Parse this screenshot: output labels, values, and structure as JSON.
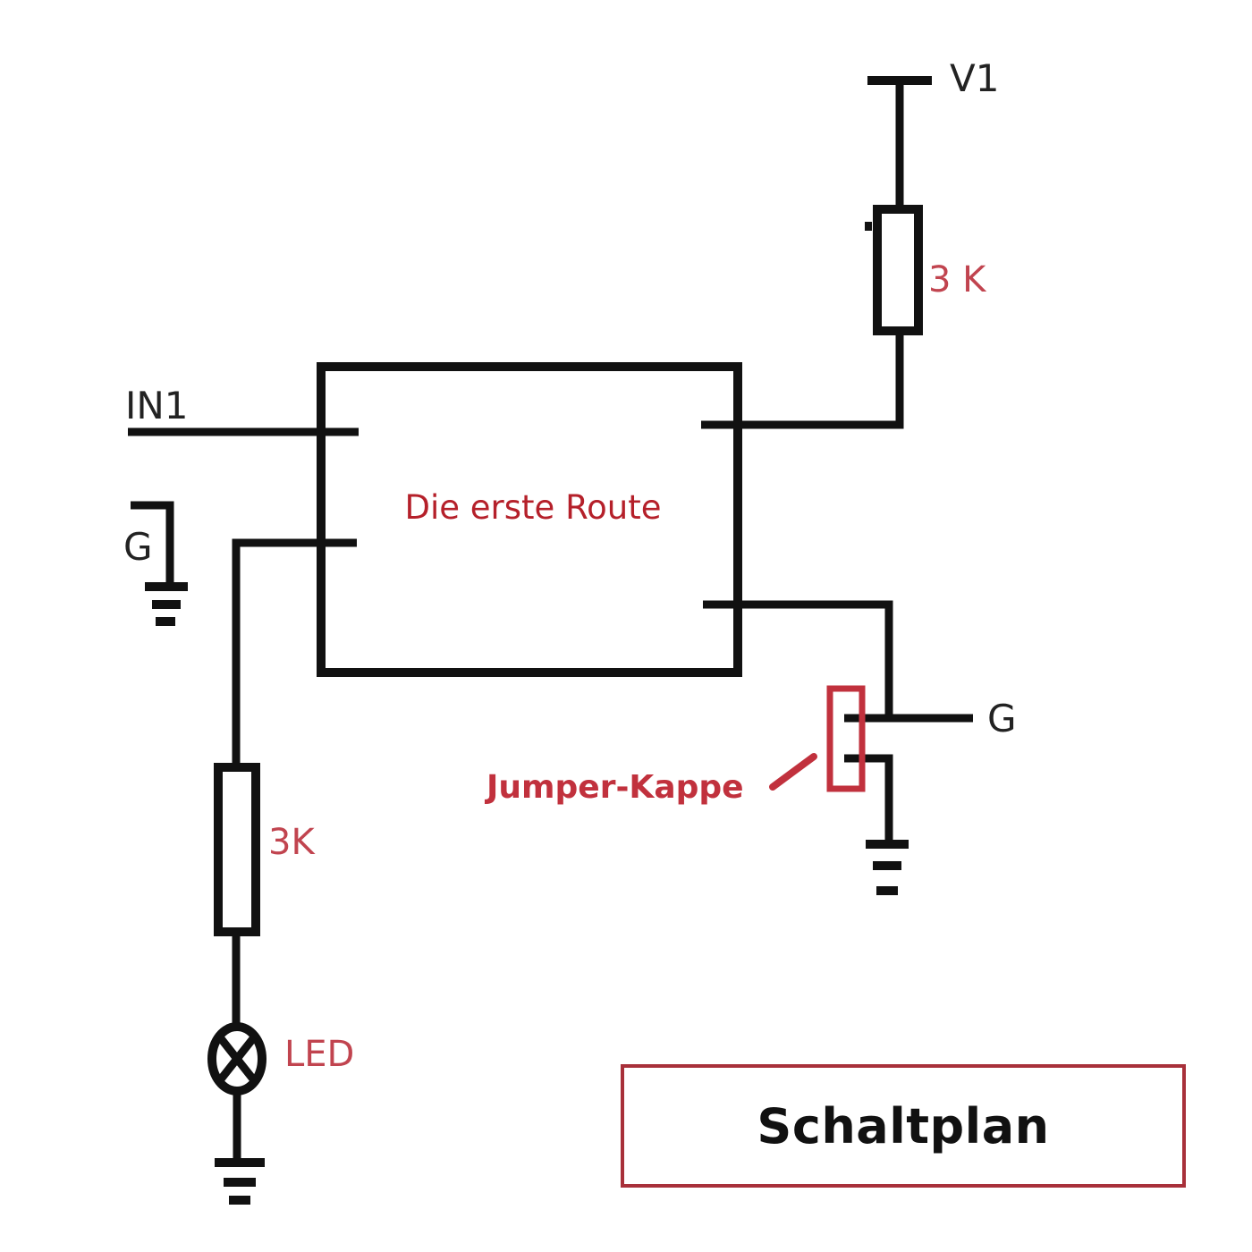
{
  "labels": {
    "v1": "V1",
    "in1": "IN1",
    "g_left": "G",
    "g_right": "G",
    "r_top": "3 K",
    "r_bottom": "3K",
    "led": "LED",
    "module": "Die erste Route",
    "jumper": "Jumper-Kappe"
  },
  "caption": "Schaltplan",
  "colors": {
    "wire": "#111111",
    "label_red": "#c1444f",
    "module_text": "#b5202a",
    "jumper_red": "#c1313d",
    "caption_border": "#a8303a"
  }
}
